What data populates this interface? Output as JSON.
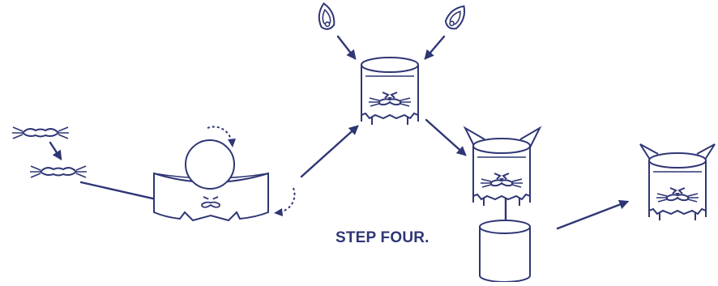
{
  "step_label": "STEP FOUR.",
  "colors": {
    "ink": "#2f3675",
    "background": "#ffffff"
  },
  "parts": [
    "mustache-piece",
    "mustache-piece",
    "paper-band-with-mouth",
    "ball",
    "ear-piece",
    "ear-piece",
    "cat-drum",
    "eared-cat-drum",
    "plain-cylinder",
    "finished-cat-drum"
  ],
  "motion_icons": [
    "rotate-arrow-icon",
    "rotate-arrow-icon"
  ]
}
